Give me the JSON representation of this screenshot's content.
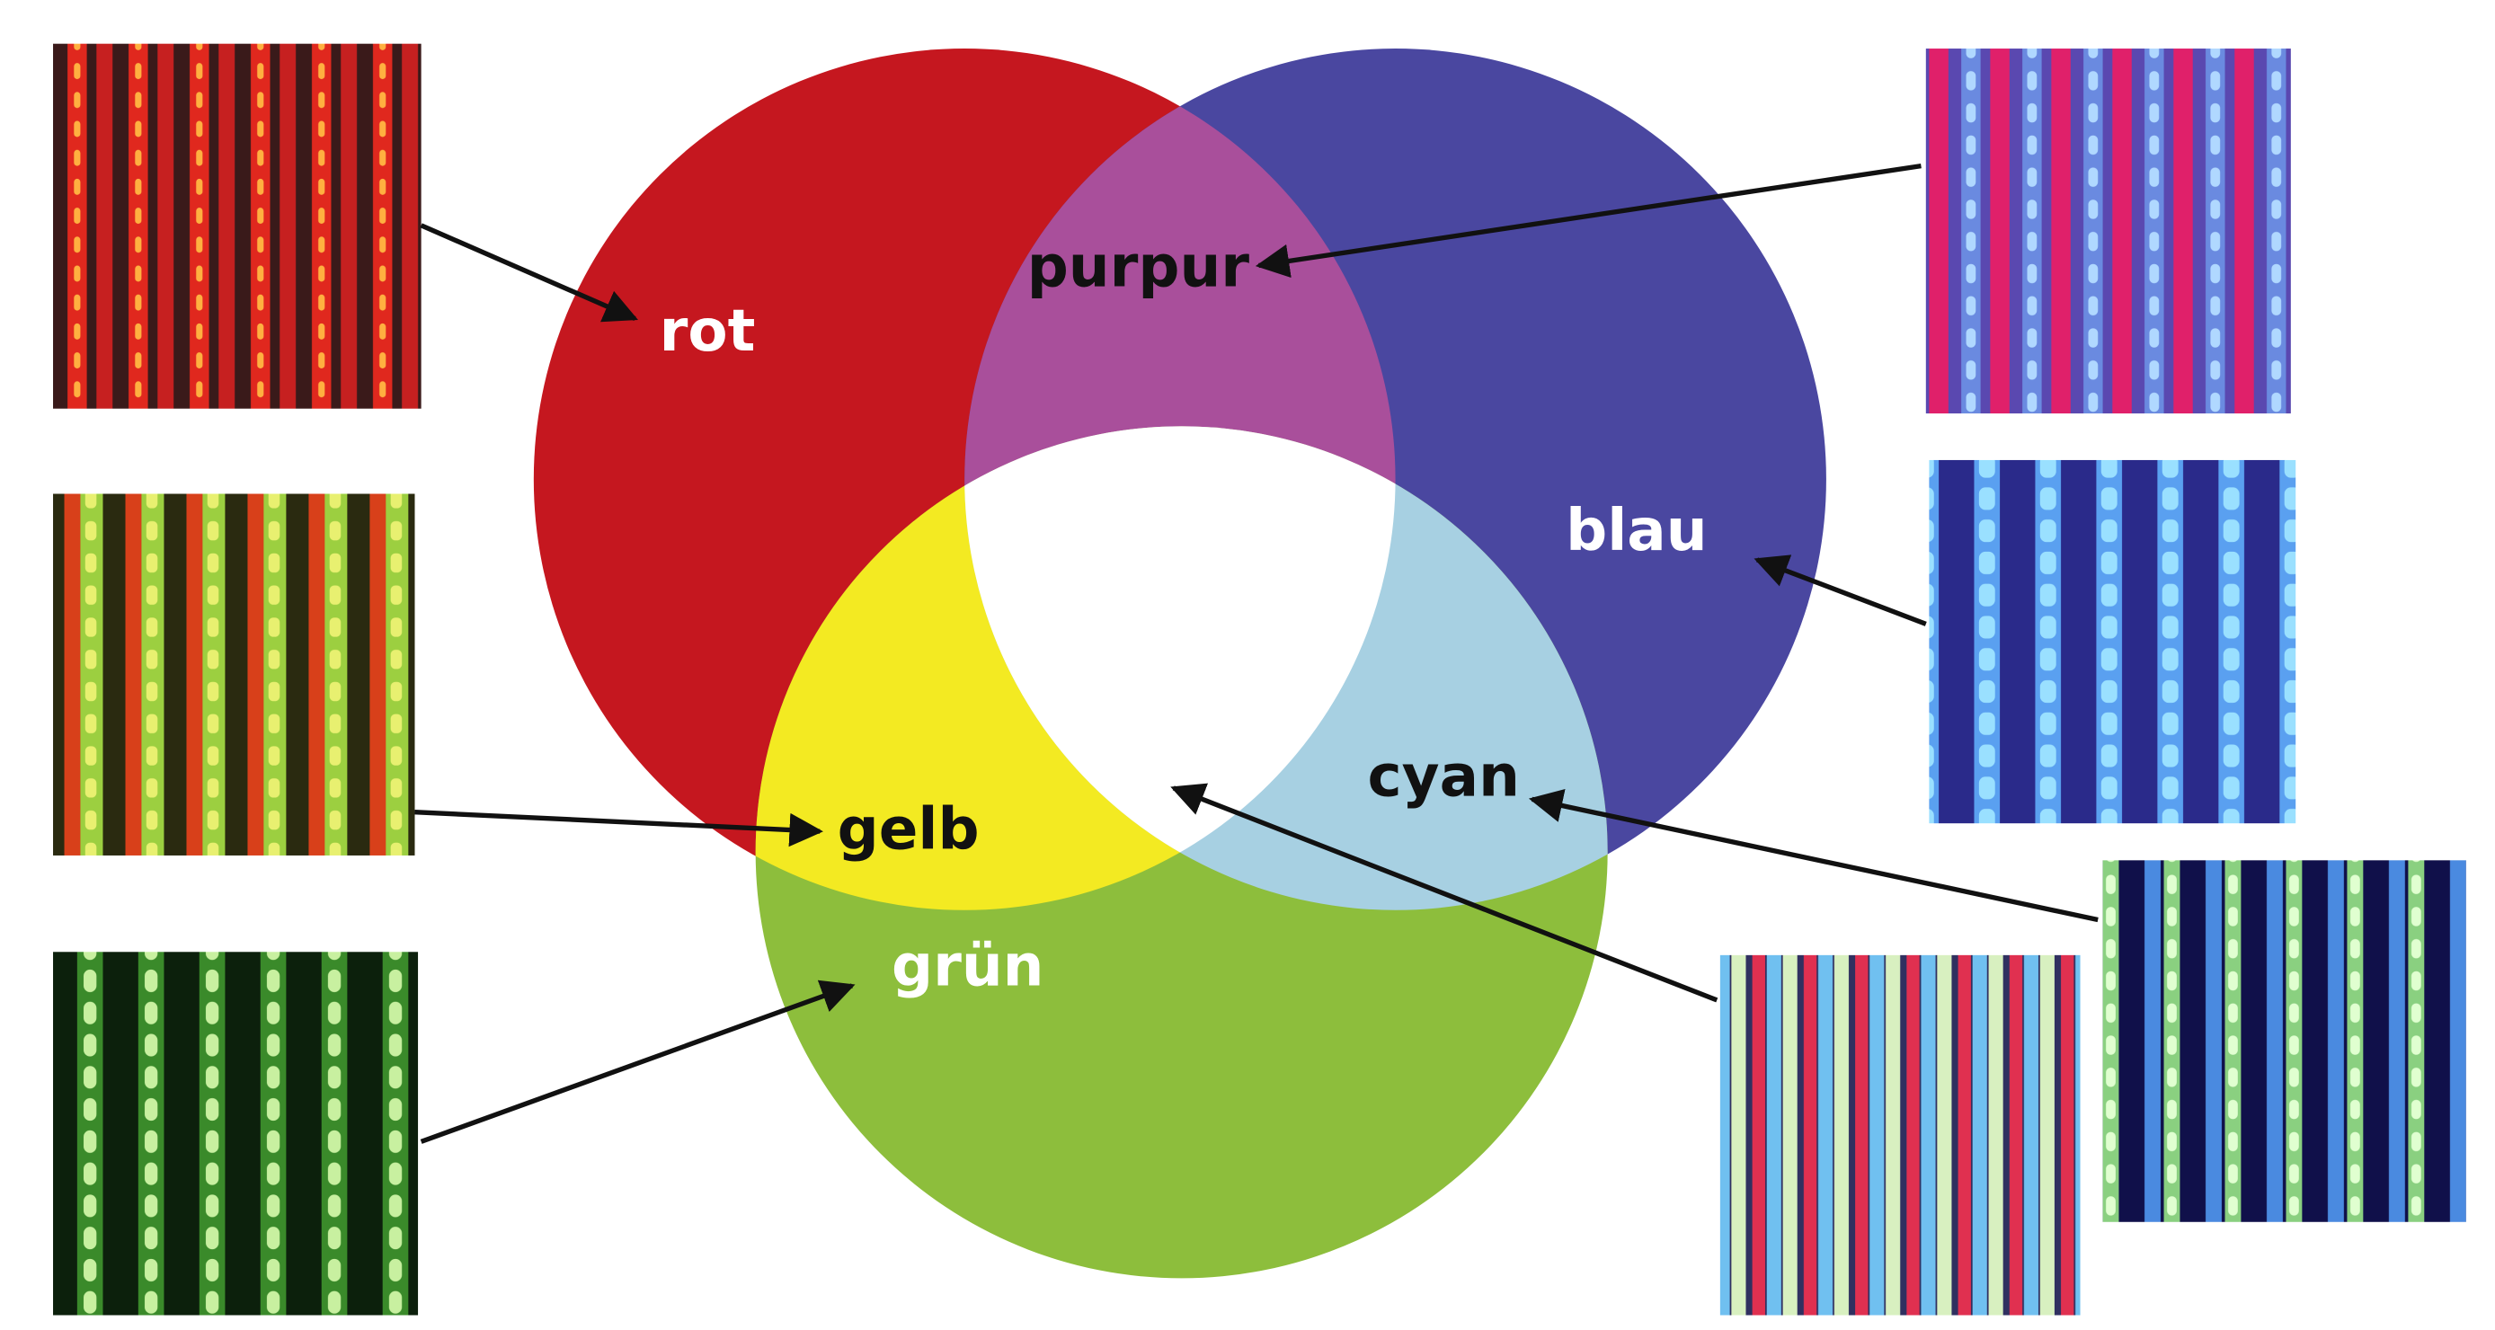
{
  "labels": {
    "red": "rot",
    "magenta": "purpur",
    "blue": "blau",
    "cyan": "cyan",
    "yellow": "gelb",
    "green": "grün"
  },
  "colors": {
    "red": "#c5171f",
    "blue": "#4a47a0",
    "green": "#8dbe3c",
    "magenta": "#a94f9b",
    "yellow": "#f3ea22",
    "cyan": "#a7d0e2",
    "white": "#ffffff"
  }
}
